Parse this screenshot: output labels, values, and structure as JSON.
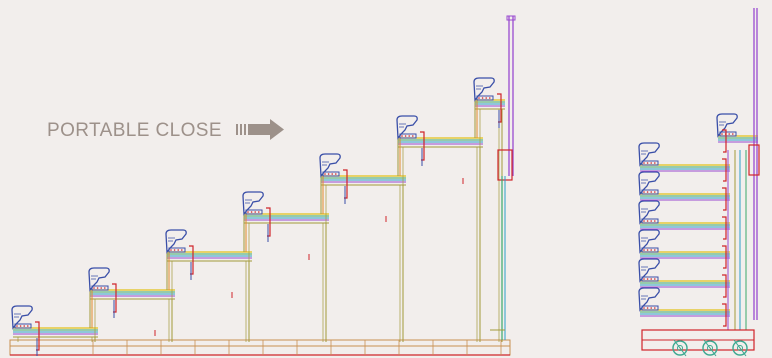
{
  "caption": {
    "text": "PORTABLE CLOSE",
    "arrow_icon": "right-arrow-with-trail-icon",
    "color": "#9d918a"
  },
  "colors": {
    "background": "#f2eeec",
    "structure": "#a29a3a",
    "riser_orange": "#e08a2a",
    "seat_blue": "#3a4fa8",
    "rail_green": "#3aa86a",
    "rail_cyan": "#2aa0c8",
    "rail_purple": "#9a4ad0",
    "rail_yellow": "#e2c21a",
    "detail_red": "#d0242a",
    "wheel_teal": "#3aa890",
    "beam_tan": "#c89050"
  },
  "diagram": {
    "open_view": {
      "tiers": 7,
      "has_guardrail": true
    },
    "closed_view": {
      "stacked_tiers": 7,
      "has_guardrail": true,
      "caster_wheels": 3
    }
  }
}
